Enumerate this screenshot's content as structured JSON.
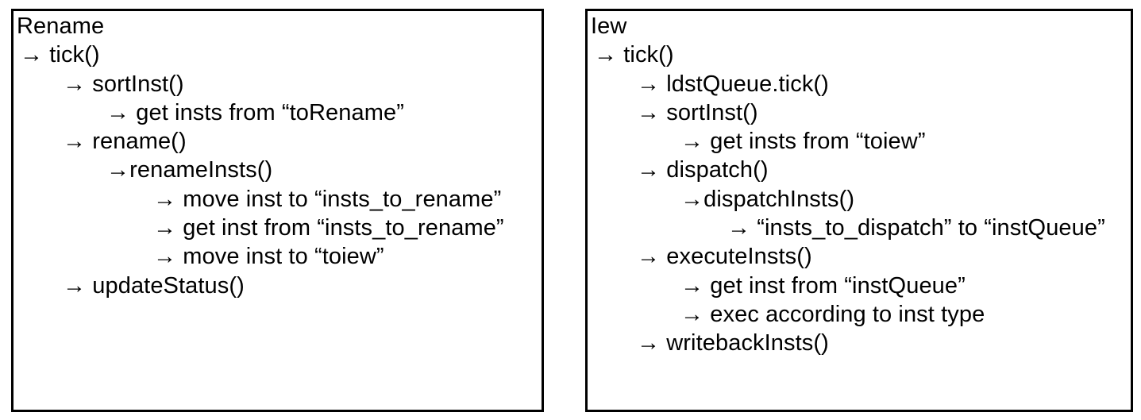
{
  "page": {
    "background_color": "#ffffff",
    "text_color": "#000000",
    "border_color": "#000000"
  },
  "panels": [
    {
      "id": "rename",
      "title": "Rename",
      "lines": [
        {
          "level": 0,
          "text": "Rename"
        },
        {
          "level": 1,
          "text": "→ tick()"
        },
        {
          "level": 2,
          "text": "→ sortInst()"
        },
        {
          "level": 3,
          "text": "→ get insts from “toRename”"
        },
        {
          "level": 2,
          "text": "→ rename()"
        },
        {
          "level": 3,
          "text": "→renameInsts()"
        },
        {
          "level": 4,
          "text": "→ move inst to “insts_to_rename”"
        },
        {
          "level": 4,
          "text": "→ get inst from “insts_to_rename”"
        },
        {
          "level": 4,
          "text": "→ move inst to “toiew”"
        },
        {
          "level": 2,
          "text": "→ updateStatus()"
        }
      ]
    },
    {
      "id": "iew",
      "title": "Iew",
      "lines": [
        {
          "level": 0,
          "text": "Iew"
        },
        {
          "level": 1,
          "text": "→ tick()"
        },
        {
          "level": 2,
          "text": "→ ldstQueue.tick()"
        },
        {
          "level": 2,
          "text": "→ sortInst()"
        },
        {
          "level": 3,
          "text": "→ get insts from “toiew”"
        },
        {
          "level": 2,
          "text": "→ dispatch()"
        },
        {
          "level": 3,
          "text": "→dispatchInsts()"
        },
        {
          "level": 4,
          "text": "→ “insts_to_dispatch” to “instQueue”"
        },
        {
          "level": 2,
          "text": "→ executeInsts()"
        },
        {
          "level": 3,
          "text": "→ get inst from “instQueue”"
        },
        {
          "level": 3,
          "text": "→ exec according to inst type"
        },
        {
          "level": 2,
          "text": "→ writebackInsts()"
        }
      ]
    }
  ]
}
